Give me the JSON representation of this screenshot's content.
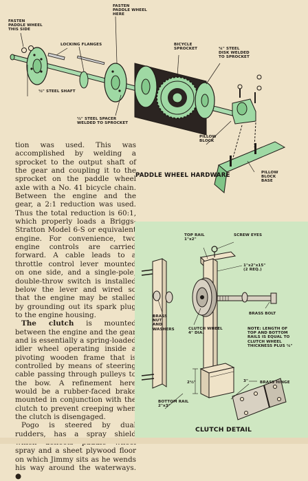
{
  "hardware_section": {
    "title": "PADDLE WHEEL HARDWARE",
    "labels": {
      "fasten_this_side": "FASTEN\nPADDLE WHEEL\nTHIS SIDE",
      "fasten_here": "FASTEN\nPADDLE WHEEL\nHERE",
      "locking_flanges": "LOCKING FLANGES",
      "bicycle_sprocket": "BICYCLE\nSPROCKET",
      "steel_disk": "¼\" STEEL\nDISK WELDED\nTO SPROCKET",
      "steel_shaft": "½\" STEEL SHAFT",
      "steel_spacer": "½\" STEEL SPACER\nWELDED TO SPROCKET",
      "pillow_block": "PILLOW\nBLOCK",
      "pillow_block_base": "PILLOW\nBLOCK\nBASE"
    }
  },
  "article": {
    "paragraphs": [
      {
        "lead": "",
        "text": "tion was used. This was accomplished by welding a sprocket to the output shaft of the gear and coupling it to the sprocket on the paddle wheel axle with a No. 41 bicycle chain. Between the engine and the gear, a 2:1 reduction was used. Thus the total reduction is 60:1, which properly loads a Briggs-Stratton Model 6-S or equivalent engine. For convenience, two engine controls are carried forward. A cable leads to a throttle control lever mounted on one side, and a single-pole, double-throw switch is installed below the lever and wired so that the engine may be stalled by grounding out its spark plug to the engine housing."
      },
      {
        "lead": "The clutch",
        "text": " is mounted between the engine and the gear and is essentially a spring-loaded idler wheel operating inside a pivoting wooden frame that is controlled by means of steering cable passing through pulleys to the bow. A refinement here would be a rubber-faced brake mounted in conjunction with the clutch to prevent creeping when the clutch is disengaged."
      },
      {
        "lead": "",
        "text": "Pogo is steered by dual rudders, has a spray shield which deflects paddle wheel spray and a sheet plywood floor on which Jimmy sits as he wends his way around the waterways. ●"
      }
    ]
  },
  "clutch_section": {
    "title": "CLUTCH DETAIL",
    "labels": {
      "top_rail": "TOP RAIL\n1\"x2\"",
      "screw_eyes": "SCREW EYES",
      "frame_dim": "1\"x2\"x15\"\n(2 REQ.)",
      "brass_nut": "BRASS\nNUT\nAND\nWASHERS",
      "clutch_wheel": "CLUTCH WHEEL\n4\" DIA.",
      "brass_bolt": "BRASS BOLT",
      "note": "NOTE: LENGTH OF\nTOP AND BOTTOM\nRAILS IS EQUAL TO\nCLUTCH WHEEL\nTHICKNESS PLUS ¼\"",
      "dim_2half": "2½\"",
      "dim_3": "3\"",
      "brass_hinge": "BRASS HINGE",
      "bottom_rail": "BOTTOM RAIL\n2\"x3\""
    }
  },
  "colors": {
    "paper": "#efe3c8",
    "green_part": "#9fd9a4",
    "green_panel": "#cfe7c2",
    "ink": "#1f1a16"
  }
}
